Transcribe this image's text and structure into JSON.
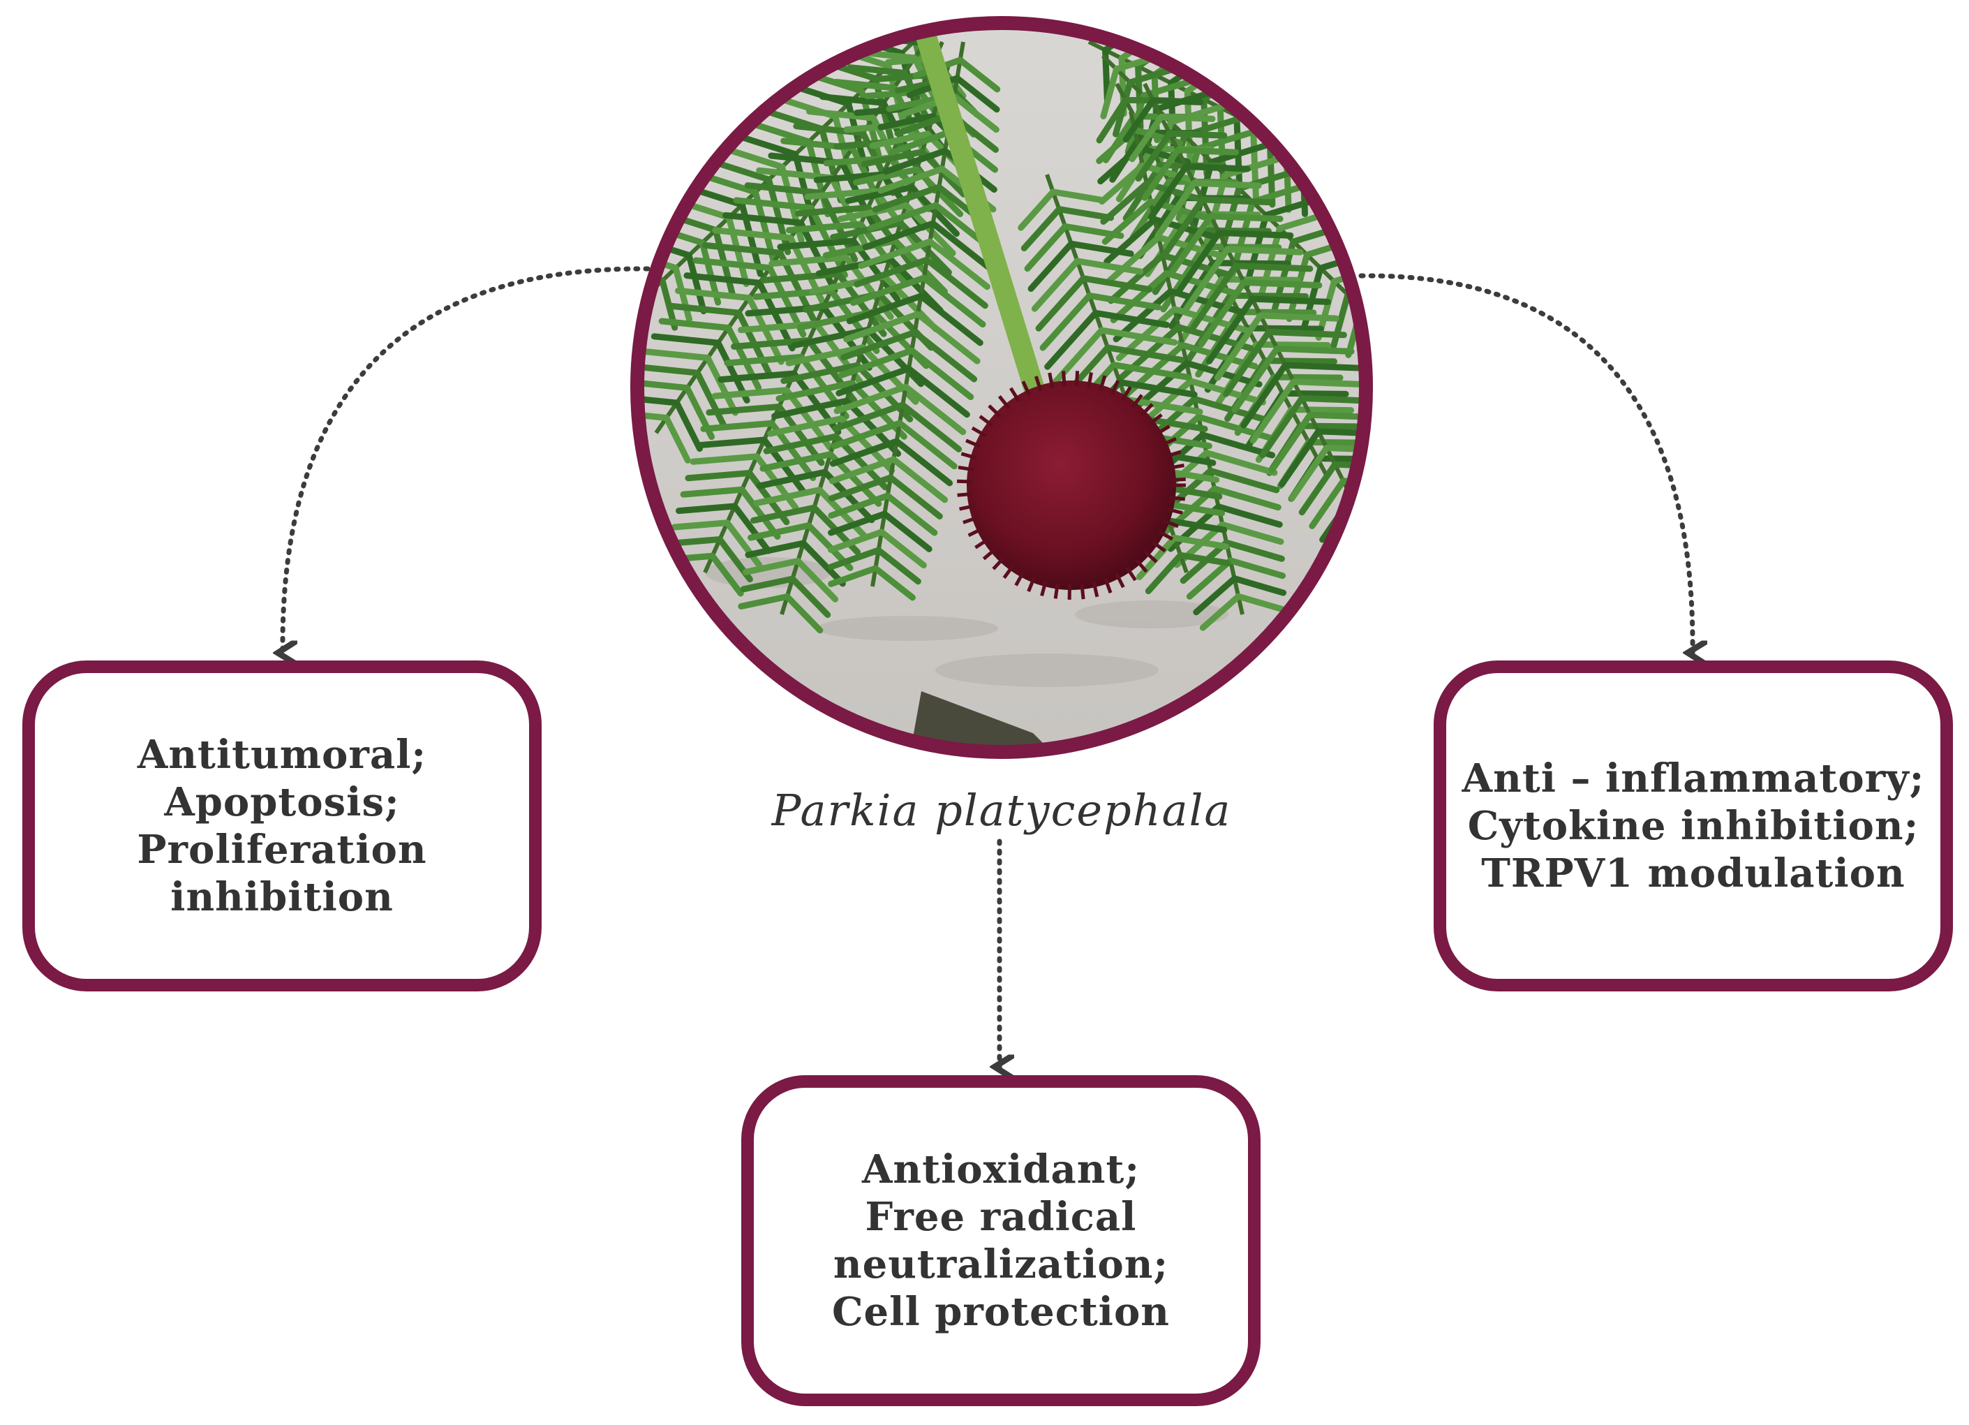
{
  "diagram": {
    "species": "Parkia platycephala",
    "colors": {
      "accent": "#7a1a45",
      "text": "#333333",
      "connector": "#3c3c3c"
    },
    "photo": {
      "subject": "plant-photo-parkia-platycephala"
    },
    "boxes": {
      "left": {
        "lines": [
          "Antitumoral;",
          "Apoptosis;",
          "Proliferation",
          "inhibition"
        ]
      },
      "right": {
        "lines": [
          "Anti – inflammatory;",
          "Cytokine inhibition;",
          "TRPV1 modulation"
        ]
      },
      "bottom": {
        "lines": [
          "Antioxidant;",
          "Free radical",
          "neutralization;",
          "Cell protection"
        ]
      }
    }
  }
}
